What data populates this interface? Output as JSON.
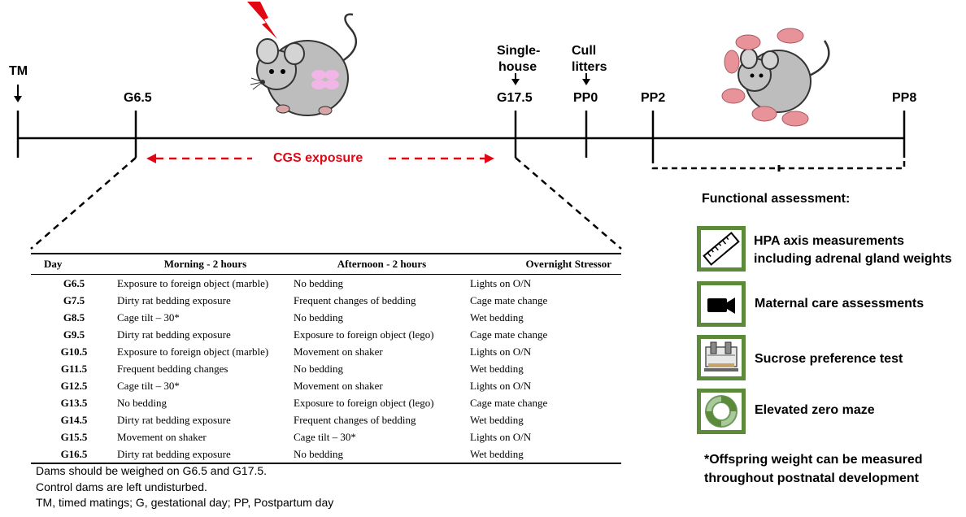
{
  "timeline": {
    "tm": "TM",
    "g65": "G6.5",
    "single_house": [
      "Single-",
      "house"
    ],
    "g175": "G17.5",
    "cull_litters": [
      "Cull",
      "litters"
    ],
    "pp0": "PP0",
    "pp2": "PP2",
    "pp8": "PP8",
    "cgs_label": "CGS exposure"
  },
  "colors": {
    "accent_red": "#e30613",
    "icon_green": "#5b8a3a",
    "mouse_grey": "#bdbdbd",
    "pup_pink": "#e8939a"
  },
  "schedule": {
    "headers": {
      "day": "Day",
      "morning": "Morning - 2 hours",
      "afternoon": "Afternoon - 2 hours",
      "overnight": "Overnight Stressor"
    },
    "rows": [
      {
        "day": "G6.5",
        "morning": "Exposure to foreign object (marble)",
        "afternoon": "No bedding",
        "overnight": "Lights on O/N"
      },
      {
        "day": "G7.5",
        "morning": "Dirty rat bedding exposure",
        "afternoon": "Frequent changes of bedding",
        "overnight": "Cage mate change"
      },
      {
        "day": "G8.5",
        "morning": "Cage tilt – 30*",
        "afternoon": "No bedding",
        "overnight": "Wet bedding"
      },
      {
        "day": "G9.5",
        "morning": "Dirty rat bedding exposure",
        "afternoon": "Exposure to foreign object (lego)",
        "overnight": "Cage mate change"
      },
      {
        "day": "G10.5",
        "morning": "Exposure to foreign object (marble)",
        "afternoon": "Movement on shaker",
        "overnight": "Lights on O/N"
      },
      {
        "day": "G11.5",
        "morning": "Frequent bedding changes",
        "afternoon": "No bedding",
        "overnight": "Wet bedding"
      },
      {
        "day": "G12.5",
        "morning": "Cage tilt – 30*",
        "afternoon": "Movement on shaker",
        "overnight": "Lights on O/N"
      },
      {
        "day": "G13.5",
        "morning": "No bedding",
        "afternoon": "Exposure to foreign object (lego)",
        "overnight": "Cage mate change"
      },
      {
        "day": "G14.5",
        "morning": "Dirty rat bedding exposure",
        "afternoon": "Frequent changes of bedding",
        "overnight": "Wet bedding"
      },
      {
        "day": "G15.5",
        "morning": "Movement on shaker",
        "afternoon": "Cage tilt – 30*",
        "overnight": "Lights on O/N"
      },
      {
        "day": "G16.5",
        "morning": "Dirty rat bedding exposure",
        "afternoon": "No bedding",
        "overnight": "Wet bedding"
      }
    ]
  },
  "footnotes": [
    "Dams should be weighed on G6.5 and G17.5.",
    "Control dams are left undisturbed.",
    "TM, timed matings; G, gestational day; PP, Postpartum day"
  ],
  "functional": {
    "title": "Functional assessment:",
    "items": [
      {
        "lines": [
          "HPA axis measurements",
          "including adrenal gland weights"
        ],
        "icon": "ruler-icon"
      },
      {
        "lines": [
          "Maternal care assessments"
        ],
        "icon": "video-camera-icon"
      },
      {
        "lines": [
          "Sucrose preference test"
        ],
        "icon": "cage-bottles-icon"
      },
      {
        "lines": [
          "Elevated zero maze"
        ],
        "icon": "zero-maze-icon"
      }
    ],
    "note": [
      "*Offspring weight can be measured",
      "throughout postnatal development"
    ]
  }
}
